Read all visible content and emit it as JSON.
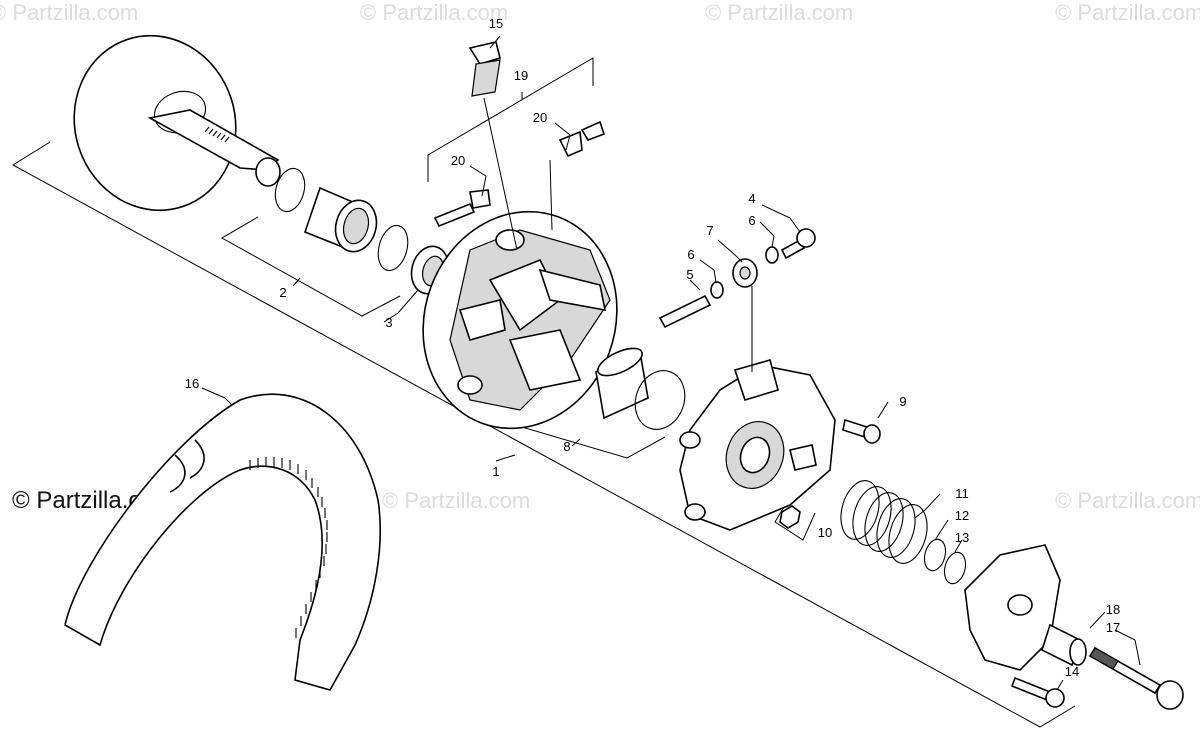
{
  "watermarks": {
    "tl": "© Partzilla.com",
    "tc": "© Partzilla.com",
    "tr1": "© Partzilla.com",
    "tr2": "© Partzilla.com",
    "main": "© Partzilla.com",
    "mid": "© Partzilla.com",
    "right": "© Partzilla.com"
  },
  "callouts": {
    "c1": "1",
    "c2": "2",
    "c3": "3",
    "c4": "4",
    "c5": "5",
    "c6a": "6",
    "c6b": "6",
    "c7": "7",
    "c8": "8",
    "c9": "9",
    "c10": "10",
    "c11": "11",
    "c12": "12",
    "c13": "13",
    "c14": "14",
    "c15": "15",
    "c16": "16",
    "c17": "17",
    "c18": "18",
    "c19": "19",
    "c20a": "20",
    "c20b": "20"
  }
}
